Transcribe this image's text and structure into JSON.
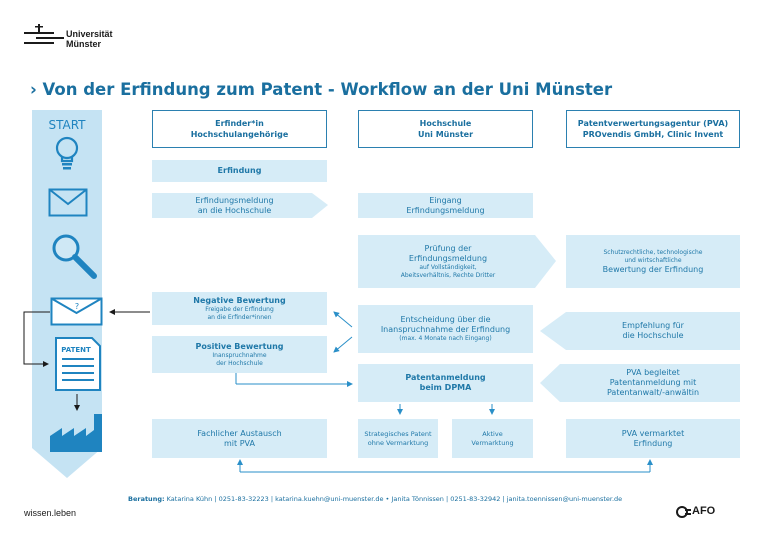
{
  "logo": {
    "line1": "Universität",
    "line2": "Münster"
  },
  "title": "› Von der Erfindung zum Patent - Workflow an der Uni Münster",
  "sidebar": {
    "start": "START",
    "patent_label": "PATENT",
    "question_mark": "?"
  },
  "columns": [
    {
      "line1": "Erfinder*in",
      "line2": "Hochschulangehörige"
    },
    {
      "line1": "Hochschule",
      "line2": "Uni Münster"
    },
    {
      "line1": "Patentverwertungsagentur (PVA)",
      "line2": "PROvendis GmbH, Clinic Invent"
    }
  ],
  "boxes": {
    "erfindung": "Erfindung",
    "erfindungsmeldung": {
      "line1": "Erfindungsmeldung",
      "line2": "an die Hochschule"
    },
    "eingang": {
      "line1": "Eingang",
      "line2": "Erfindungsmeldung"
    },
    "pruefung": {
      "line1": "Prüfung der",
      "line2": "Erfindungsmeldung",
      "sub1": "auf Vollständigkeit,",
      "sub2": "Abeitsverhältnis, Rechte Dritter"
    },
    "bewertung": {
      "sub1": "Schutzrechtliche, technologische",
      "sub2": "und wirtschaftliche",
      "line": "Bewertung der Erfindung"
    },
    "negativ": {
      "title": "Negative Bewertung",
      "sub1": "Freigabe der Erfindung",
      "sub2": "an die Erfinder*innen"
    },
    "positiv": {
      "title": "Positive Bewertung",
      "sub1": "Inanspruchnahme",
      "sub2": "der Hochschule"
    },
    "entscheidung": {
      "line1": "Entscheidung über die",
      "line2": "Inanspruchnahme der Erfindung",
      "sub": "(max. 4 Monate nach Eingang)"
    },
    "empfehlung": {
      "line1": "Empfehlung für",
      "line2": "die Hochschule"
    },
    "patentanmeldung": {
      "line1": "Patentanmeldung",
      "line2": "beim DPMA"
    },
    "pva_begleitet": {
      "line1": "PVA begleitet",
      "line2": "Patentanmeldung mit",
      "line3": "Patentanwalt/-anwältin"
    },
    "austausch": {
      "line1": "Fachlicher Austausch",
      "line2": "mit PVA"
    },
    "strategisch": {
      "line1": "Strategisches Patent",
      "line2": "ohne Vermarktung"
    },
    "aktiv": {
      "line1": "Aktive",
      "line2": "Vermarktung"
    },
    "pva_vermarktet": {
      "line1": "PVA vermarktet",
      "line2": "Erfindung"
    }
  },
  "footer": {
    "slogan": "wissen.leben",
    "label": "Beratung:",
    "contact": "Katarina Kühn | 0251-83-32223 | katarina.kuehn@uni-muenster.de • Janita Tönnissen | 0251-83-32942 | janita.toennissen@uni-muenster.de",
    "afo": "AFO"
  },
  "colors": {
    "primary": "#1a6f9f",
    "box_fill": "#d6ecf7",
    "sidebar": "#c5e3f3",
    "sidebar_icon": "#1f84c0"
  }
}
